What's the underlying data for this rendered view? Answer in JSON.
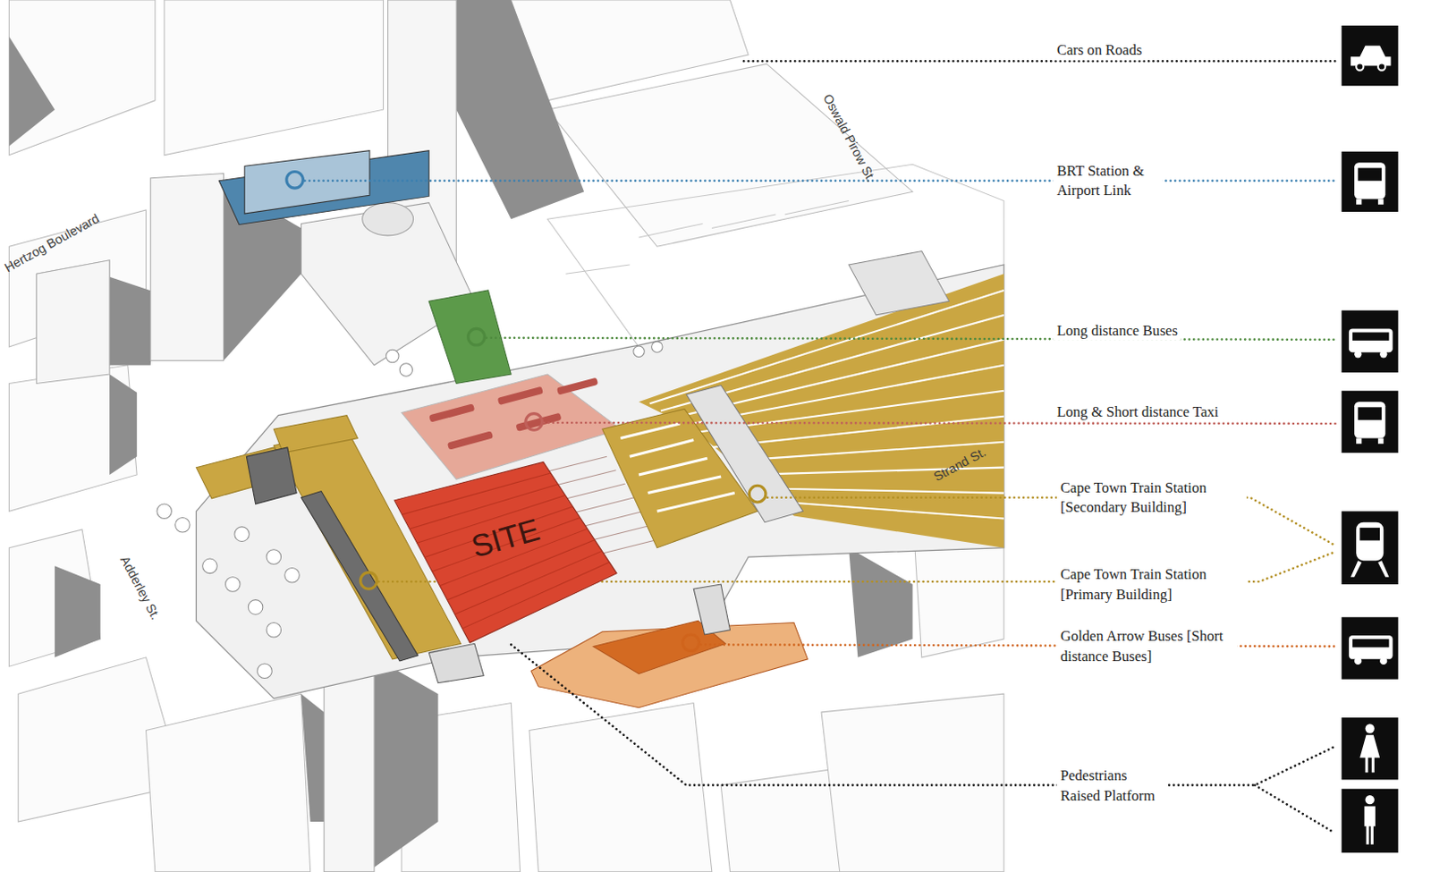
{
  "diagram": {
    "nodes": [
      {
        "text": [
          "SITE"
        ]
      }
    ],
    "labels": [
      "Cars on Roads",
      "Oswald Pirow St.",
      "BRT Station & Airport Link",
      "Hertzog Boulevard",
      "Long distance Buses",
      "Long & Short distance Taxi",
      "Strand St.",
      "Cape Town Train Station [Secondary Building]",
      "Cape Town Train Station [Primary Building]",
      "Adderley St.",
      "Golden Arrow Buses [Short distance Buses]",
      "Pedestrians Raised Platform"
    ]
  }
}
